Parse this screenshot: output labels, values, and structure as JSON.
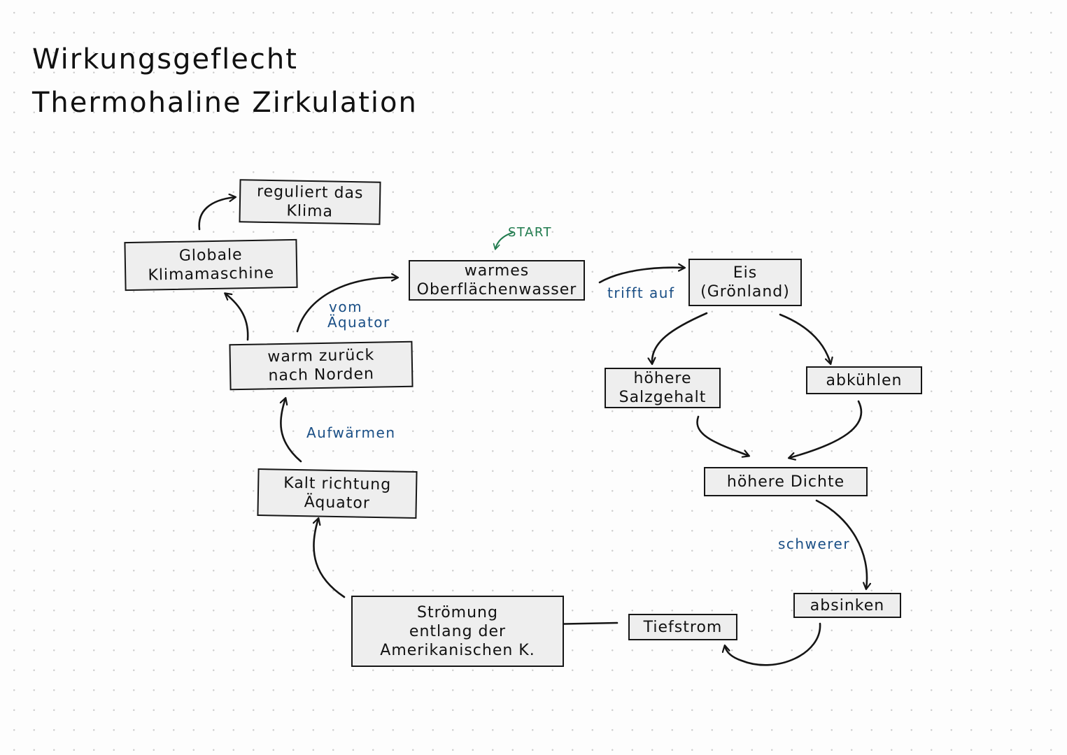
{
  "title": {
    "line1": "Wirkungsgeflecht",
    "line2": "Thermohaline Zirkulation"
  },
  "nodes": {
    "reguliert": [
      "reguliert das",
      "Klima"
    ],
    "globale": [
      "Globale",
      "Klimamaschine"
    ],
    "warmes": [
      "warmes",
      "Oberflächenwasser"
    ],
    "eis": [
      "Eis",
      "(Grönland)"
    ],
    "warm_zurueck": [
      "warm zurück",
      "nach Norden"
    ],
    "hoehere_salz": [
      "höhere",
      "Salzgehalt"
    ],
    "abkuehlen": [
      "abkühlen"
    ],
    "hoehere_dichte": [
      "höhere Dichte"
    ],
    "kalt": [
      "Kalt richtung",
      "Äquator"
    ],
    "absinken": [
      "absinken"
    ],
    "tiefstrom": [
      "Tiefstrom"
    ],
    "stroemung": [
      "Strömung",
      "entlang der",
      "Amerikanischen K."
    ]
  },
  "labels": {
    "start": "START",
    "vom": "vom",
    "aequator": "Äquator",
    "trifft_auf": "trifft auf",
    "aufwaermen": "Aufwärmen",
    "schwerer": "schwerer"
  },
  "colors": {
    "label_blue": "#1a4f86",
    "start_green": "#1f7a4d",
    "box_fill": "#eeeeee",
    "ink": "#151515"
  }
}
